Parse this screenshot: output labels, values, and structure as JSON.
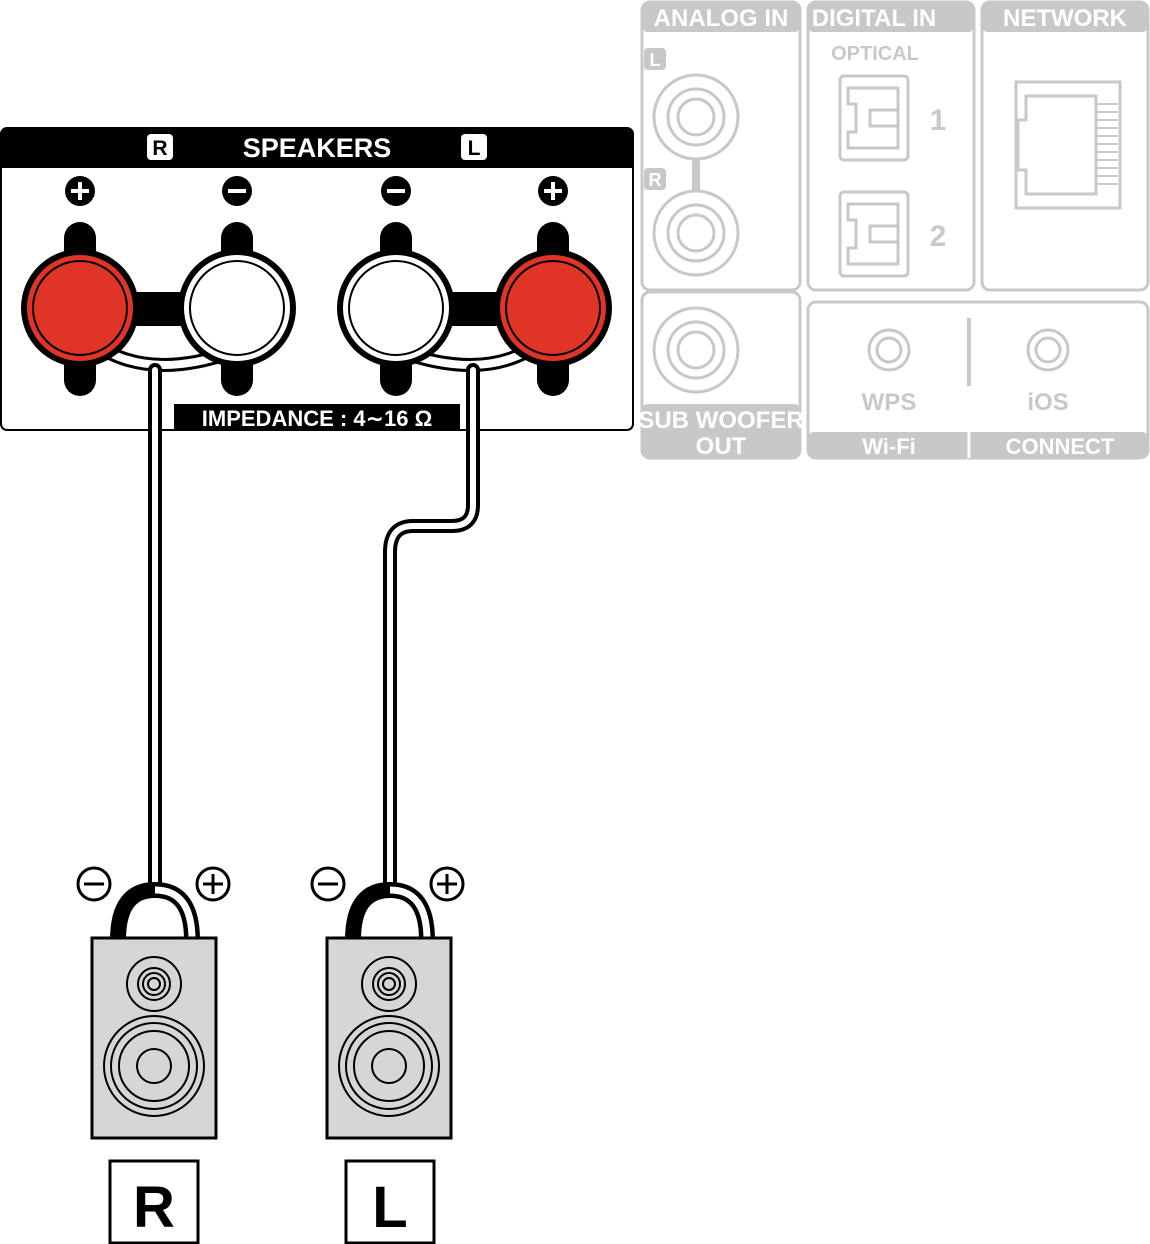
{
  "speaker_panel": {
    "title": "SPEAKERS",
    "channel_right": "R",
    "channel_left": "L",
    "impedance": "IMPEDANCE : 4∼16 Ω",
    "terminal_plus": "+",
    "terminal_minus": "−"
  },
  "analog_in": {
    "title": "ANALOG IN",
    "left_label": "L",
    "right_label": "R"
  },
  "digital_in": {
    "title": "DIGITAL IN",
    "subtitle": "OPTICAL",
    "port1": "1",
    "port2": "2"
  },
  "network": {
    "title": "NETWORK"
  },
  "subwoofer": {
    "line1": "SUB WOOFER",
    "line2": "OUT"
  },
  "wifi_panel": {
    "wps": "WPS",
    "ios": "iOS",
    "wifi_label": "Wi-Fi",
    "connect_label": "CONNECT"
  },
  "speakers": {
    "right_label": "R",
    "left_label": "L"
  },
  "colors": {
    "positive_terminal": "#e03526",
    "negative_terminal": "#ffffff",
    "faded_panel": "#c8c8c8",
    "speaker_body": "#d6d6d6",
    "ink": "#000000"
  }
}
